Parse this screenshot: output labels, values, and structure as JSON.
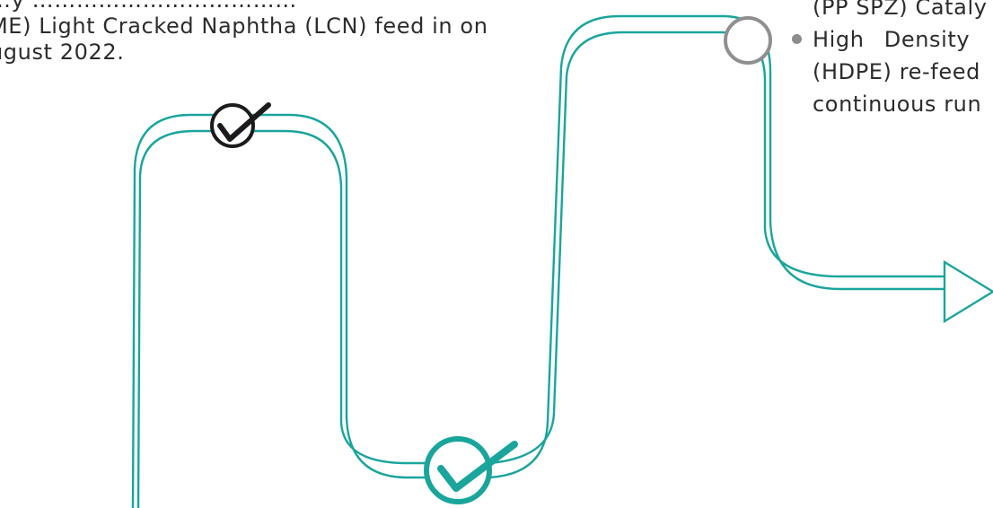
{
  "left_block": {
    "line1": "…y ………………………………",
    "line2": "ME) Light Cracked Naphtha (LCN) feed in on",
    "line3": "ugust 2022."
  },
  "right_block": {
    "line0": "(PP SPZ) Cataly",
    "line1": "High   Density",
    "line2": "(HDPE) re-feed",
    "line3": "continuous run"
  },
  "colors": {
    "teal": "#1aa59c",
    "dark": "#1b1b1b",
    "gray": "#8f8f8f",
    "text": "#2c2c2c"
  },
  "icons": {
    "milestone1": "check-circle-icon",
    "milestone2": "check-circle-icon",
    "milestone3": "empty-circle-icon",
    "end": "arrow-head-icon"
  }
}
